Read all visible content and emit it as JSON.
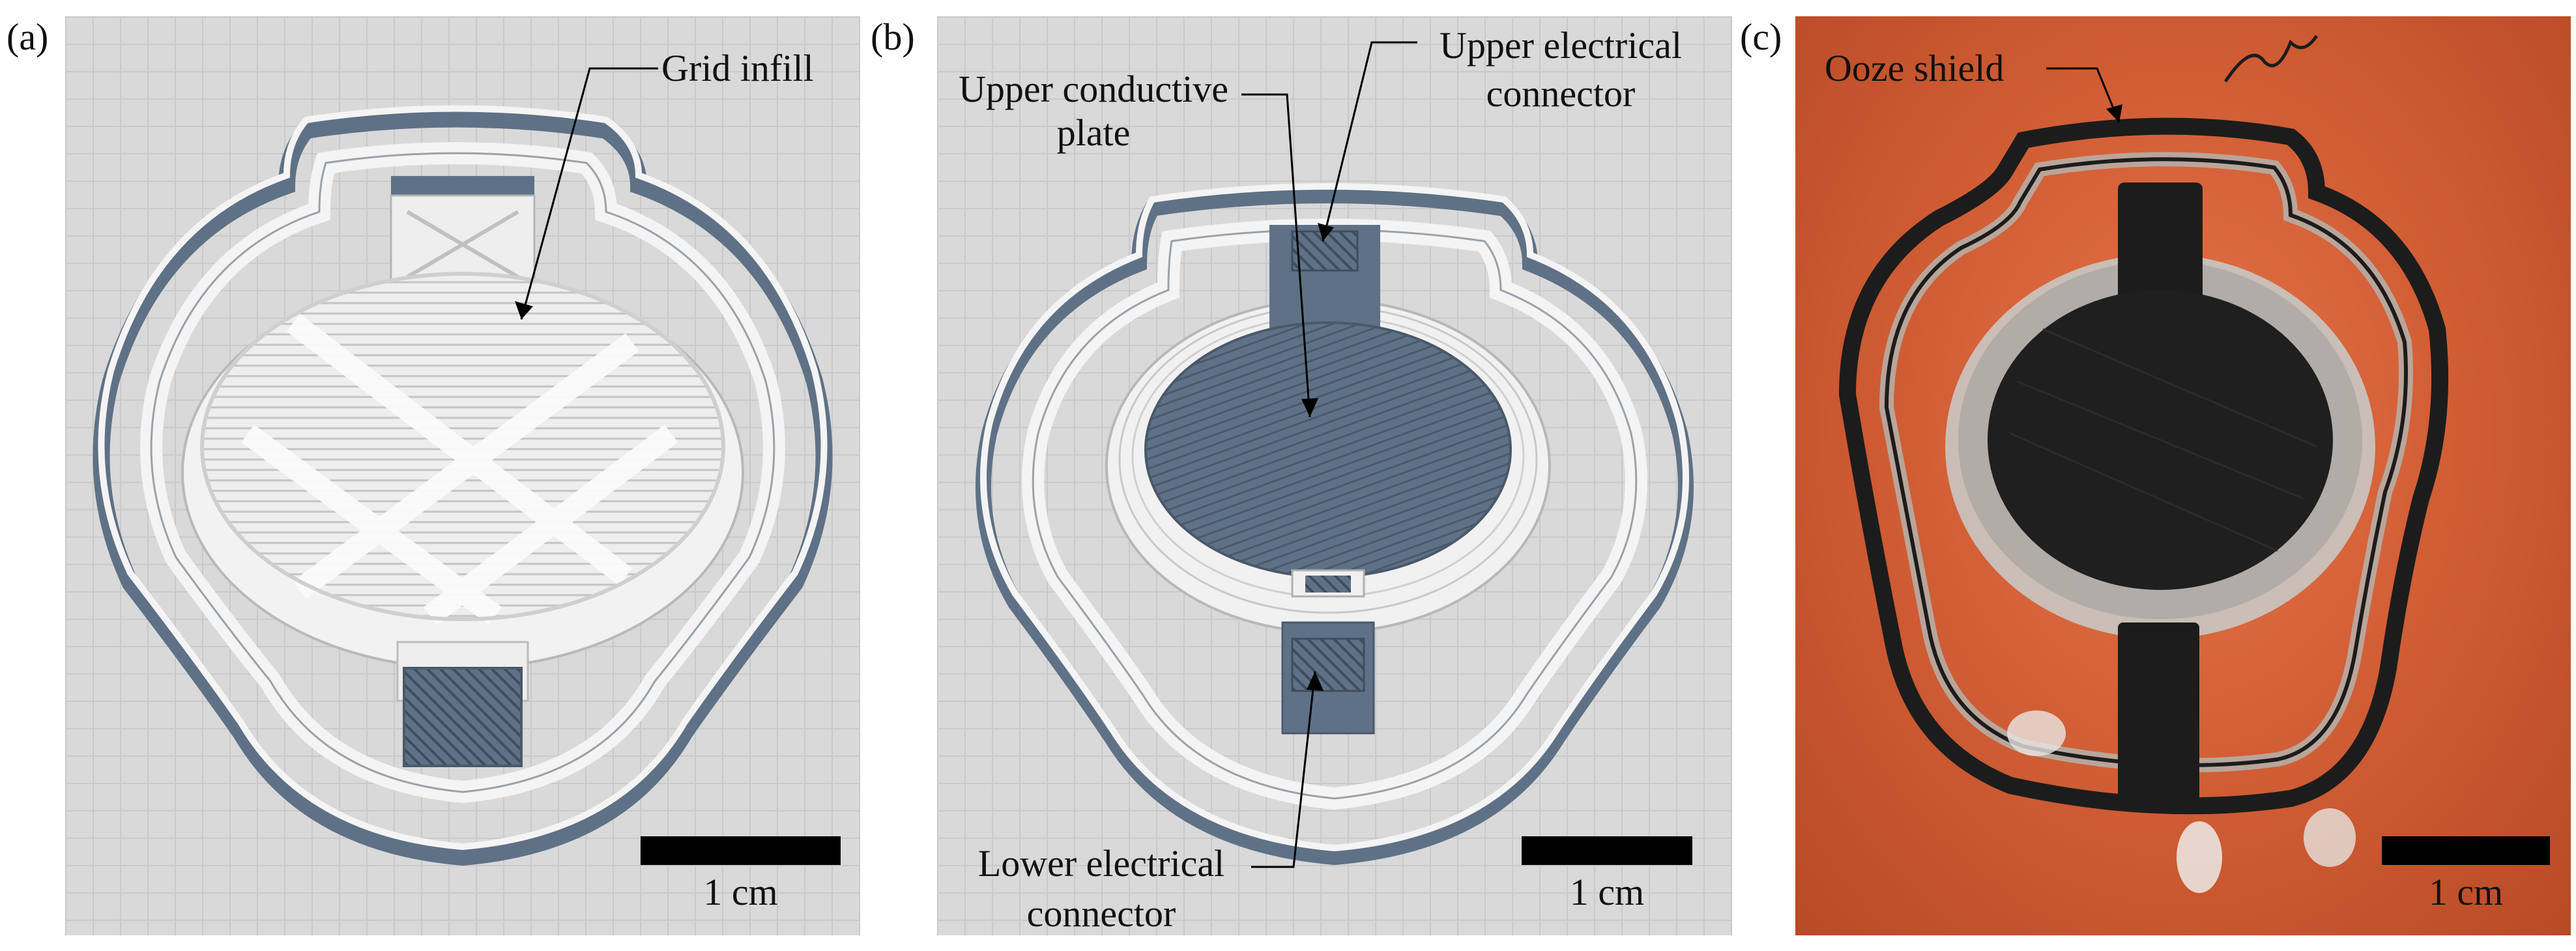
{
  "panels": {
    "a": {
      "letter": "(a)",
      "annotations": {
        "grid_infill": "Grid infill"
      },
      "scale_label": "1 cm"
    },
    "b": {
      "letter": "(b)",
      "annotations": {
        "upper_plate_line1": "Upper conductive",
        "upper_plate_line2": "plate",
        "upper_connector_line1": "Upper electrical",
        "upper_connector_line2": "connector",
        "lower_connector_line1": "Lower electrical",
        "lower_connector_line2": "connector"
      },
      "scale_label": "1 cm"
    },
    "c": {
      "letter": "(c)",
      "annotations": {
        "ooze_shield": "Ooze shield"
      },
      "scale_label": "1 cm"
    }
  },
  "colors": {
    "print_white": "#f4f4f4",
    "conductive_gray": "#5f7186",
    "bed_gray": "#d9d9d9",
    "photo_background": "#d35f36",
    "printed_black": "#1c1c1c"
  }
}
